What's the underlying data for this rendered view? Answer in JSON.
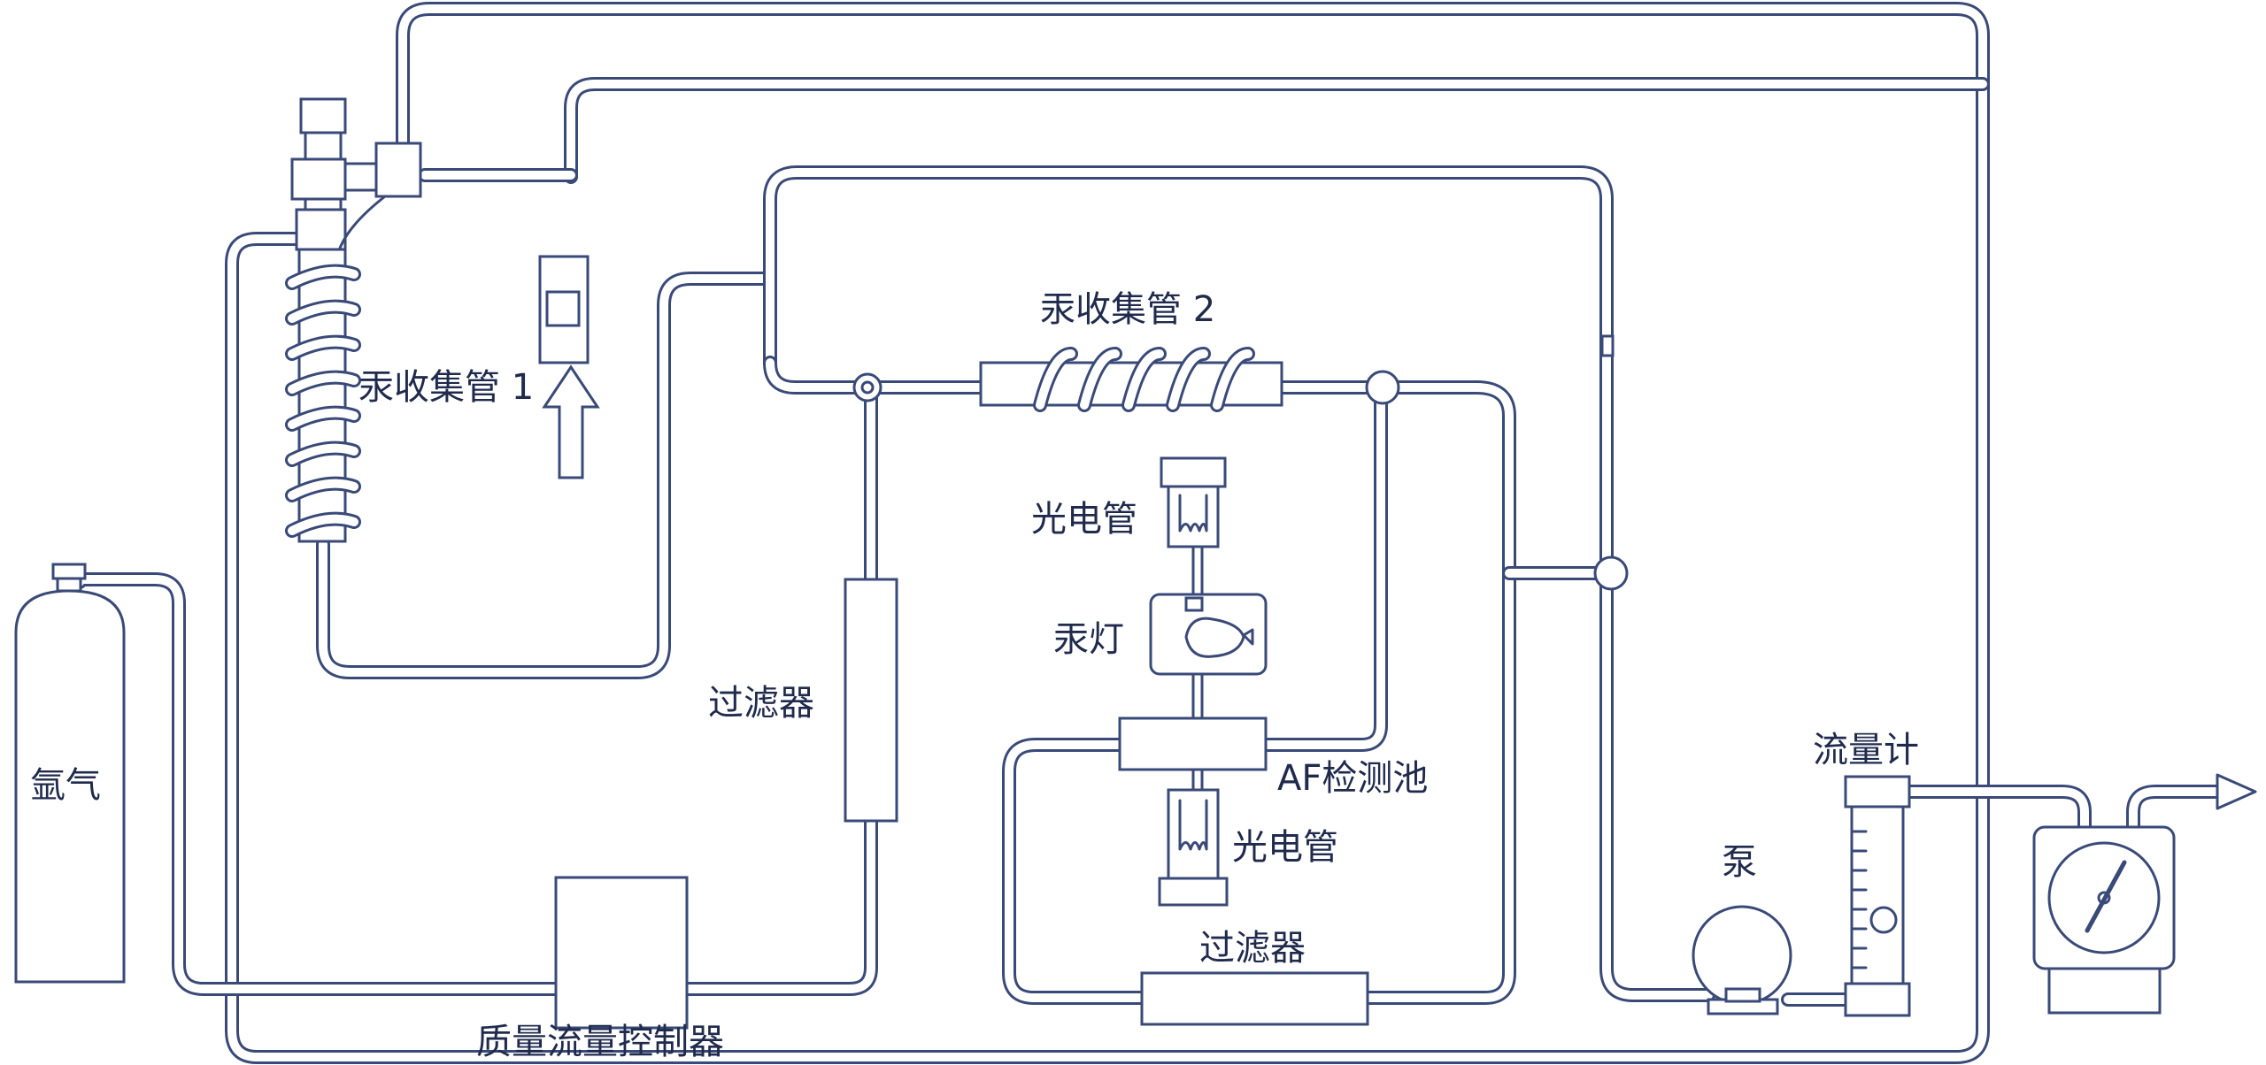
{
  "labels": {
    "argon": "氩气",
    "mercury_trap_1": "汞收集管 1",
    "mercury_trap_2": "汞收集管 2",
    "filter_left": "过滤器",
    "filter_bottom": "过滤器",
    "photocell_top": "光电管",
    "photocell_bottom": "光电管",
    "mercury_lamp": "汞灯",
    "af_cell": "AF检测池",
    "pump": "泵",
    "flowmeter": "流量计",
    "mass_flow_controller": "质量流量控制器"
  },
  "colors": {
    "line": "#3a4a78",
    "text": "#1f2a4d",
    "background": "#ffffff"
  }
}
